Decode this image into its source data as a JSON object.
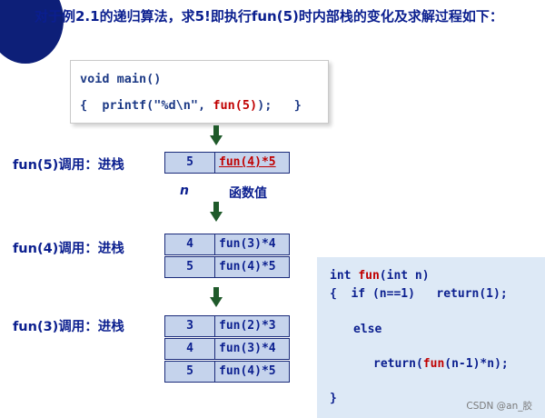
{
  "intro": "对于例2.1的递归算法，求5!即执行fun(5)时内部栈的变化及求解过程如下：",
  "main_code": {
    "line1": "void main()",
    "line2_prefix": "{  printf(\"%d\\n\", ",
    "line2_call": "fun(5)",
    "line2_suffix": ");   }"
  },
  "calls": [
    {
      "label": "fun(5)调用：进栈",
      "frames": [
        {
          "n": "5",
          "value": "fun(4)*5",
          "underline": true
        }
      ]
    },
    {
      "label": "fun(4)调用：进栈",
      "frames": [
        {
          "n": "4",
          "value": "fun(3)*4"
        },
        {
          "n": "5",
          "value": "fun(4)*5"
        }
      ]
    },
    {
      "label": "fun(3)调用：进栈",
      "frames": [
        {
          "n": "3",
          "value": "fun(2)*3"
        },
        {
          "n": "4",
          "value": "fun(3)*4"
        },
        {
          "n": "5",
          "value": "fun(4)*5"
        }
      ]
    }
  ],
  "column_headers": {
    "n": "n",
    "value": "函数值"
  },
  "fun_code": {
    "l1_a": "int ",
    "l1_fun": "fun",
    "l1_b": "(int n)",
    "l2": "{  if (n==1)   return(1);",
    "l3": "else",
    "l4_a": "return(",
    "l4_fun": "fun",
    "l4_b": "(n-1)*n);",
    "l5": "}"
  },
  "watermark": "CSDN @an_胶",
  "colors": {
    "accent": "#0b1f8f",
    "call_red": "#c00000",
    "cell_fill": "#c5d3ec",
    "panel_fill": "#dde9f6",
    "arrow": "#1f5a2a"
  }
}
